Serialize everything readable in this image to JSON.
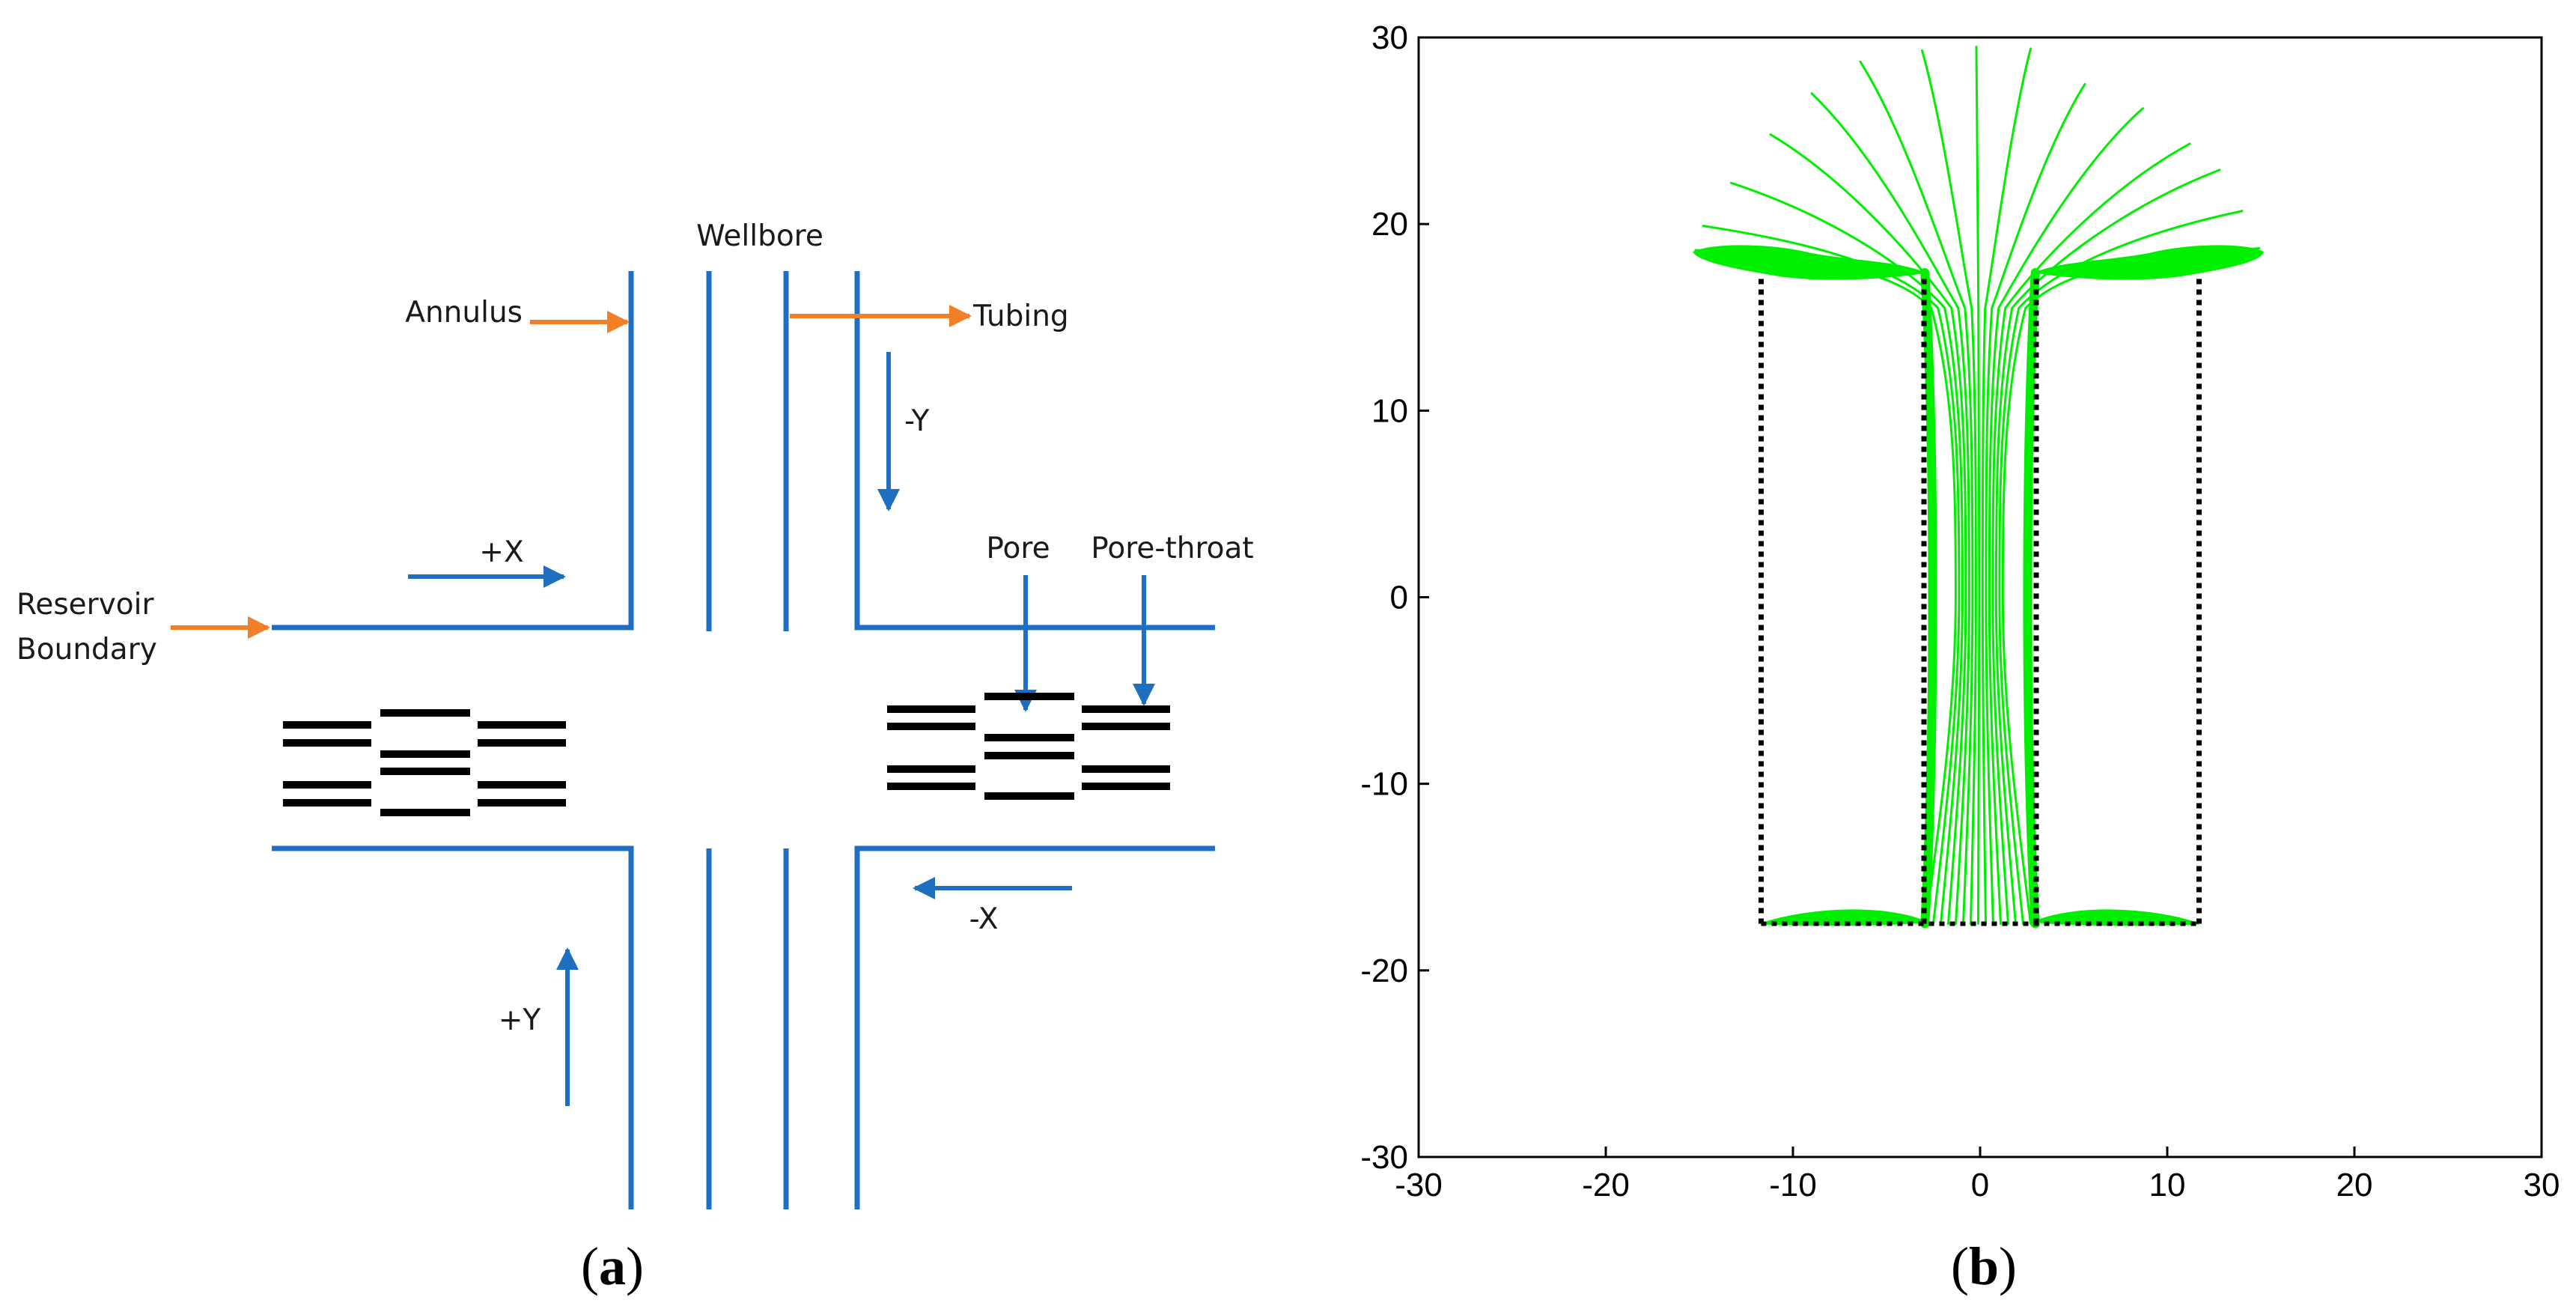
{
  "panel_a": {
    "caption": {
      "open": "(",
      "letter": "a",
      "close": ")"
    },
    "labels": {
      "wellbore": "Wellbore",
      "annulus": "Annulus",
      "tubing": "Tubing",
      "minus_y": "-Y",
      "plus_x": "+X",
      "pore": "Pore",
      "pore_throat": "Pore-throat",
      "reservoir_line1": "Reservoir",
      "reservoir_line2": "Boundary",
      "minus_x": "-X",
      "plus_y": "+Y"
    },
    "colors": {
      "wall": "#1f6fc0",
      "pointer": "#f07f28",
      "pore": "#000000"
    }
  },
  "panel_b": {
    "caption": {
      "open": "(",
      "letter": "b",
      "close": ")"
    },
    "chart_data": {
      "type": "line",
      "xlim": [
        -30,
        30
      ],
      "ylim": [
        -30,
        30
      ],
      "xticks": [
        -30,
        -20,
        -10,
        0,
        10,
        20,
        30
      ],
      "yticks": [
        30,
        20,
        10,
        0,
        -10,
        -20,
        -30
      ],
      "grid": false,
      "streamline_color": "#00ee00",
      "boundary_style": "dotted-black",
      "boundaries": [
        {
          "x": -11.7,
          "y": [
            -17.5,
            17.3
          ]
        },
        {
          "x": -3.0,
          "y": [
            -17.5,
            17.3
          ]
        },
        {
          "x": 3.0,
          "y": [
            -17.5,
            17.3
          ]
        },
        {
          "x": 11.7,
          "y": [
            -17.5,
            17.3
          ]
        }
      ],
      "streamline_tops": [
        [
          -15.2,
          18.6
        ],
        [
          -14.8,
          19.9
        ],
        [
          -13.3,
          22.2
        ],
        [
          -11.2,
          24.8
        ],
        [
          -9.0,
          27.0
        ],
        [
          -6.4,
          28.7
        ],
        [
          -3.1,
          29.3
        ],
        [
          -0.2,
          29.5
        ],
        [
          2.7,
          29.4
        ],
        [
          5.6,
          27.5
        ],
        [
          8.7,
          26.2
        ],
        [
          11.2,
          24.3
        ],
        [
          12.8,
          22.9
        ],
        [
          14.0,
          20.7
        ],
        [
          14.9,
          18.7
        ]
      ],
      "stem_offsets": [
        -2.9,
        -2.5,
        -2.1,
        -1.7,
        -1.3,
        -0.9,
        -0.5,
        -0.1,
        0.3,
        0.7,
        1.1,
        1.5,
        1.9,
        2.3,
        2.7
      ]
    }
  }
}
